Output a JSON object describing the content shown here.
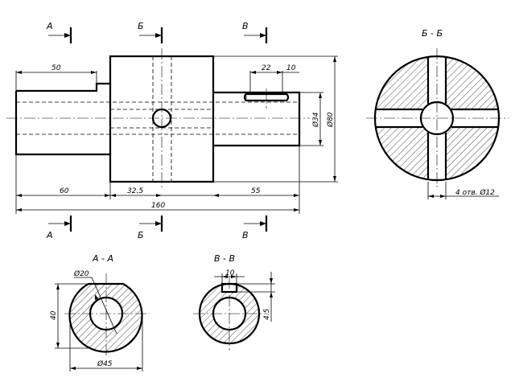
{
  "cut_labels": {
    "a_top": "А",
    "b_top": "Б",
    "v_top": "В",
    "a_bottom": "А",
    "b_bottom": "Б",
    "v_bottom": "В"
  },
  "section_titles": {
    "bb": "Б - Б",
    "aa": "А - А",
    "vv": "В - В"
  },
  "dimensions": {
    "d50": "50",
    "d22": "22",
    "d10_key": "10",
    "d34": "Ø34",
    "d80": "Ø80",
    "d60": "60",
    "d32_5": "32.5",
    "d55": "55",
    "d160": "160",
    "holes": "4 отв. Ø12",
    "d20": "Ø20",
    "d40": "40",
    "d45": "Ø45",
    "d10_vv": "10",
    "d4_5": "4.5"
  },
  "colors": {
    "line": "#000000",
    "background": "#ffffff"
  }
}
